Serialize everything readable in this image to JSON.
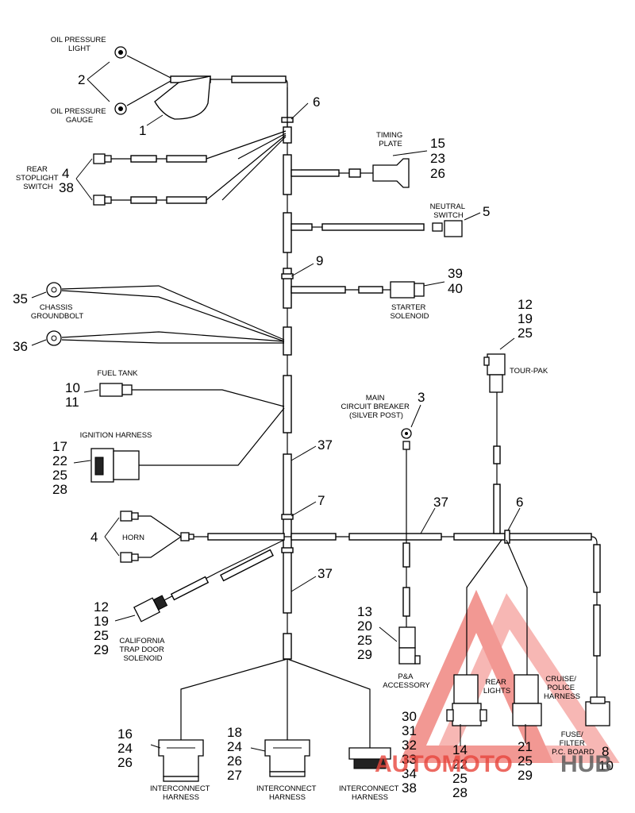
{
  "labels": {
    "oil_pressure_light": [
      "OIL PRESSURE",
      "LIGHT"
    ],
    "oil_pressure_gauge": [
      "OIL PRESSURE",
      "GAUGE"
    ],
    "rear_stoplight_switch": [
      "REAR",
      "STOPLIGHT",
      "SWITCH"
    ],
    "timing_plate": [
      "TIMING",
      "PLATE"
    ],
    "neutral_switch": [
      "NEUTRAL",
      "SWITCH"
    ],
    "chassis_groundbolt": [
      "CHASSIS",
      "GROUNDBOLT"
    ],
    "starter_solenoid": [
      "STARTER",
      "SOLENOID"
    ],
    "fuel_tank": "FUEL TANK",
    "ignition_harness": "IGNITION HARNESS",
    "main_circuit_breaker": [
      "MAIN",
      "CIRCUIT BREAKER",
      "(SILVER POST)"
    ],
    "tour_pak": "TOUR-PAK",
    "horn": "HORN",
    "california_trap_door_solenoid": [
      "CALIFORNIA",
      "TRAP DOOR",
      "SOLENOID"
    ],
    "pa_accessory": [
      "P&A",
      "ACCESSORY"
    ],
    "rear_lights": [
      "REAR",
      "LIGHTS"
    ],
    "cruise_police_harness": [
      "CRUISE/",
      "POLICE",
      "HARNESS"
    ],
    "fuse_filter_pc_board": [
      "FUSE/",
      "FILTER",
      "P.C. BOARD"
    ],
    "interconnect_harness": [
      "INTERCONNECT",
      "HARNESS"
    ]
  },
  "callouts": {
    "n2": "2",
    "n1": "1",
    "n6a": "6",
    "n15_23_26": [
      "15",
      "23",
      "26"
    ],
    "n4_38": [
      "4",
      "38"
    ],
    "n5": "5",
    "n9": "9",
    "n39_40": [
      "39",
      "40"
    ],
    "n35": "35",
    "n36": "36",
    "n12_19_25": [
      "12",
      "19",
      "25"
    ],
    "n10_11": [
      "10",
      "11"
    ],
    "n3": "3",
    "n37a": "37",
    "n17_22_25_28": [
      "17",
      "22",
      "25",
      "28"
    ],
    "n7": "7",
    "n37b": "37",
    "n6b": "6",
    "n4": "4",
    "n37c": "37",
    "n12_19_25_29": [
      "12",
      "19",
      "25",
      "29"
    ],
    "n13_20_25_29": [
      "13",
      "20",
      "25",
      "29"
    ],
    "n16_24_26": [
      "16",
      "24",
      "26"
    ],
    "n18_24_26_27": [
      "18",
      "24",
      "26",
      "27"
    ],
    "n30_38": [
      "30",
      "31",
      "32",
      "33",
      "34",
      "38"
    ],
    "n14_22_25_28": [
      "14",
      "22",
      "25",
      "28"
    ],
    "n21_25_29": [
      "21",
      "25",
      "29"
    ],
    "n8_10": [
      "8",
      "10"
    ]
  },
  "watermark": {
    "text_left": "AUTOMOTO",
    "text_right": "HUB",
    "color": "#e8453c",
    "color_dark": "#555555"
  }
}
